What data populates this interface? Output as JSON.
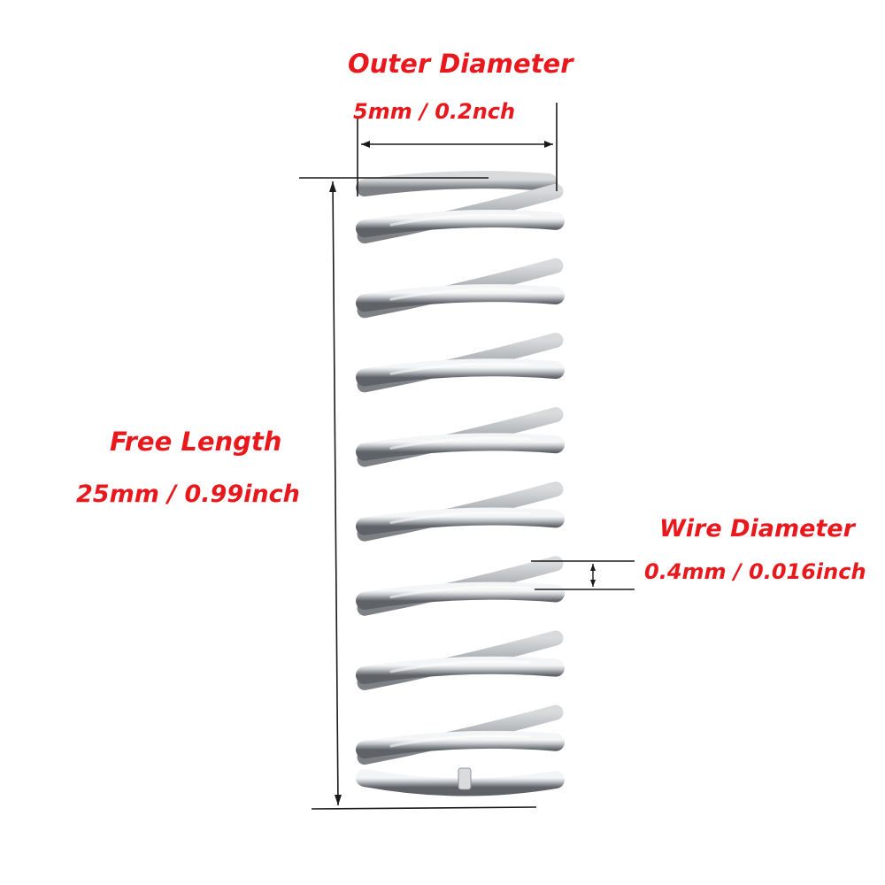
{
  "colors": {
    "label_red": "#e8181c",
    "dimension_line": "#1a1a1a",
    "spring_steel": "#b9bcbf"
  },
  "outer_diameter": {
    "title": "Outer Diameter",
    "value": "5mm / 0.2nch"
  },
  "free_length": {
    "title": "Free Length",
    "value": "25mm / 0.99inch"
  },
  "wire_diameter": {
    "title": "Wire Diameter",
    "value": "0.4mm / 0.016inch"
  },
  "spring": {
    "type": "compression spring",
    "coil_count": 8
  }
}
